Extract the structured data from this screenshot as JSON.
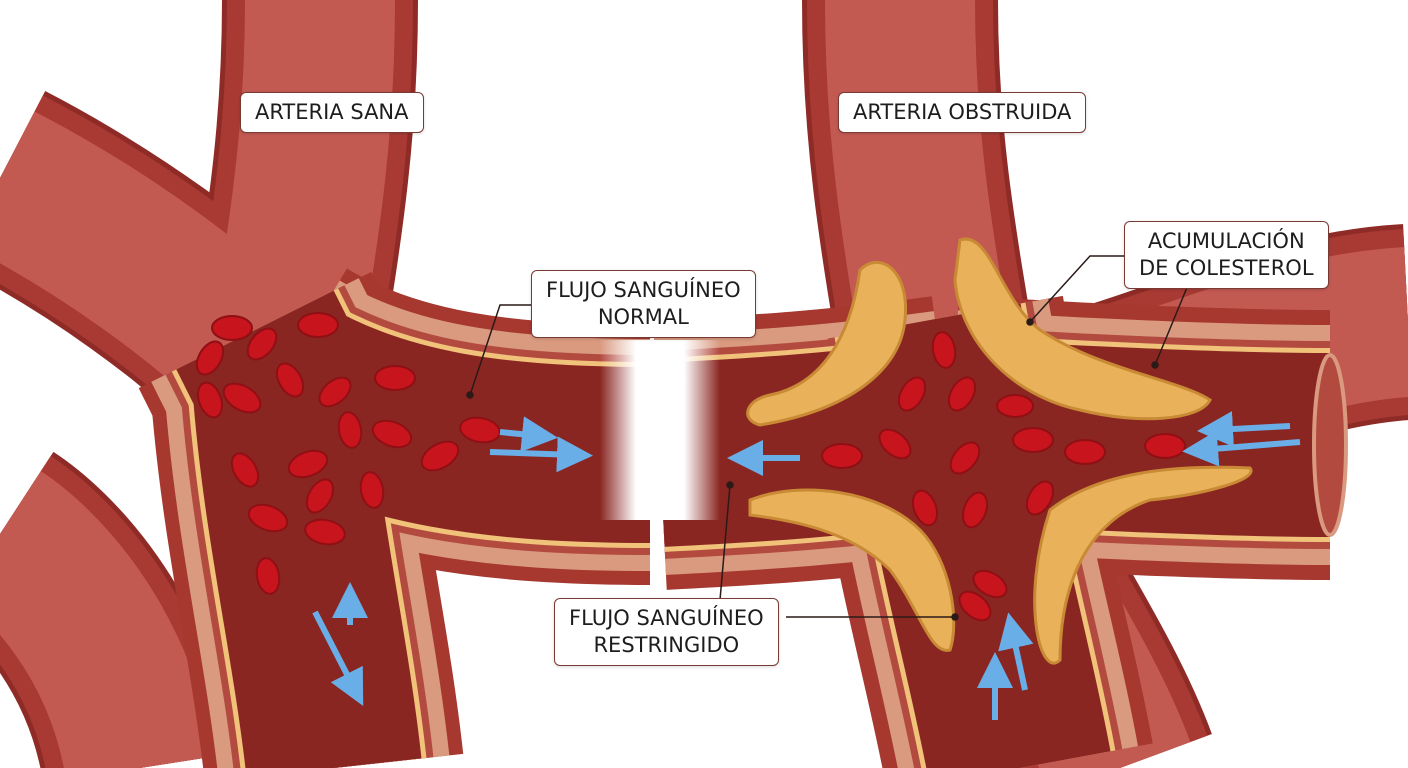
{
  "labels": {
    "healthy_artery": "ARTERIA SANA",
    "blocked_artery": "ARTERIA OBSTRUIDA",
    "normal_flow": [
      "FLUJO SANGUÍNEO",
      "NORMAL"
    ],
    "cholesterol": [
      "ACUMULACIÓN",
      "DE COLESTEROL"
    ],
    "restricted_flow": [
      "FLUJO SANGUÍNEO",
      "RESTRINGIDO"
    ]
  },
  "colors": {
    "vessel_outer": "#a93a33",
    "vessel_highlight": "#c9625a",
    "wall_layer": "#d99a80",
    "intima_line": "#f0c27a",
    "lumen": "#8a2622",
    "blood_cell": "#c8141c",
    "plaque": "#e9b25a",
    "flow_arrow": "#6aaee8",
    "label_border": "#7a3a34"
  }
}
